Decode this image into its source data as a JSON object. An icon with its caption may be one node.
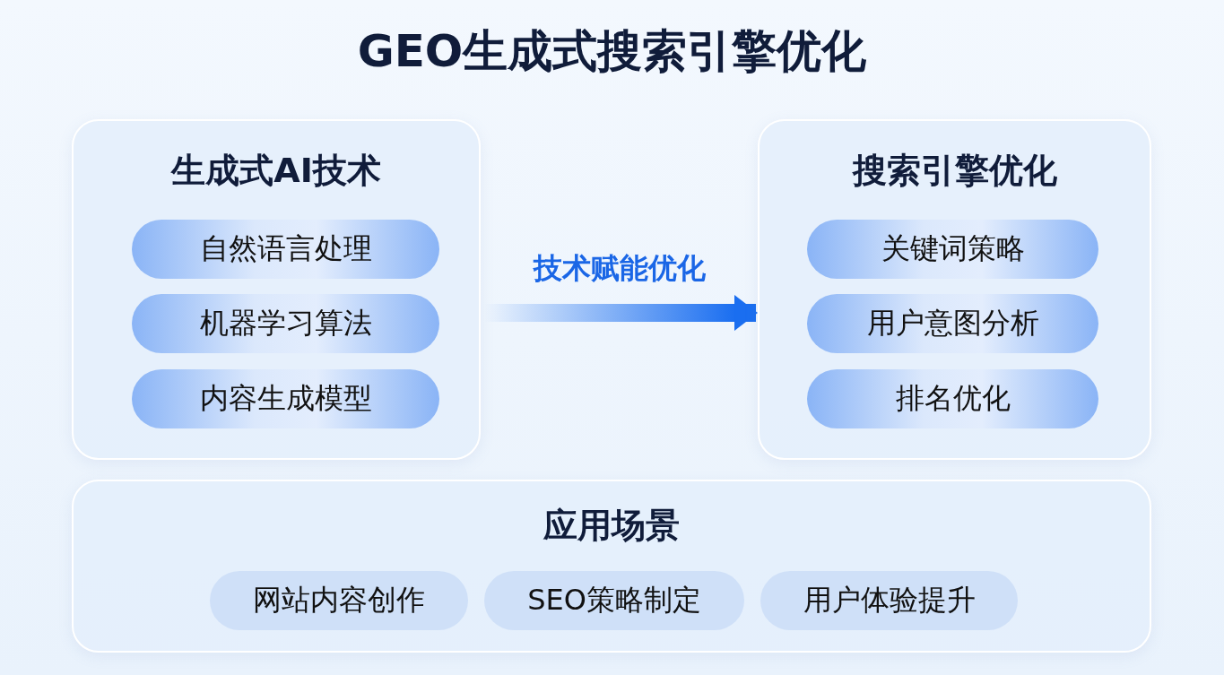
{
  "diagram": {
    "title": "GEO生成式搜索引擎优化",
    "nodes": [
      {
        "text": [
          "生成式AI技术"
        ]
      },
      {
        "text": [
          "自然语言处理"
        ],
        "in": 0
      },
      {
        "text": [
          "机器学习算法"
        ],
        "in": 0
      },
      {
        "text": [
          "内容生成模型"
        ],
        "in": 0
      },
      {
        "text": [
          "搜索引擎优化"
        ]
      },
      {
        "text": [
          "关键词策略"
        ],
        "in": 4
      },
      {
        "text": [
          "用户意图分析"
        ],
        "in": 4
      },
      {
        "text": [
          "排名优化"
        ],
        "in": 4
      },
      {
        "text": [
          "应用场景"
        ]
      },
      {
        "text": [
          "网站内容创作"
        ],
        "in": 8
      },
      {
        "text": [
          "SEO策略制定"
        ],
        "in": 8
      },
      {
        "text": [
          "用户体验提升"
        ],
        "in": 8
      }
    ],
    "edges": [
      {
        "from": 0,
        "to": 4,
        "arrow": "to",
        "label": "技术赋能优化"
      }
    ]
  }
}
